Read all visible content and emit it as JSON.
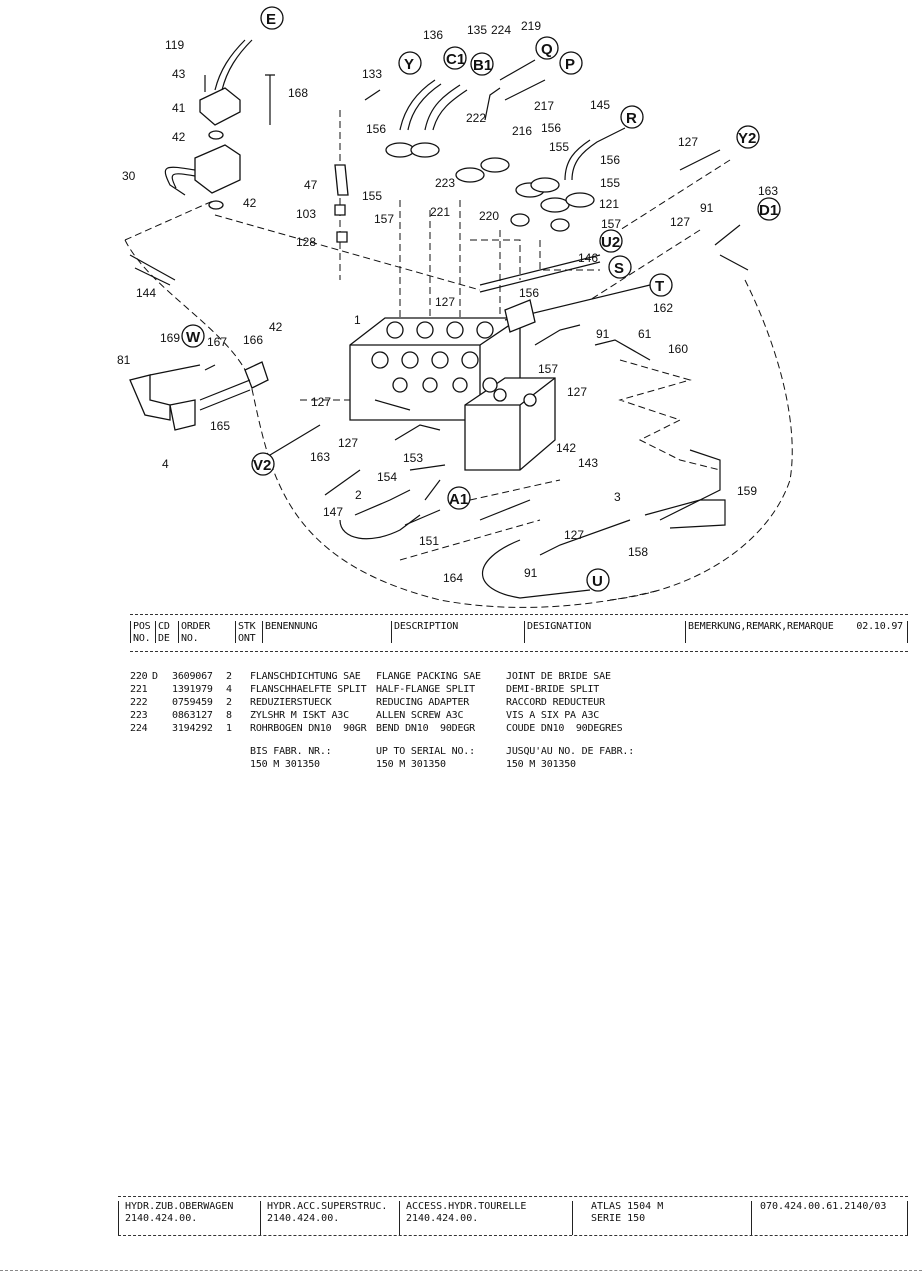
{
  "callouts": {
    "c119": "119",
    "c43": "43",
    "c41": "41",
    "c168": "168",
    "c42a": "42",
    "c30": "30",
    "c42b": "42",
    "c133": "133",
    "c136": "136",
    "c135": "135",
    "c224": "224",
    "c219": "219",
    "c217": "217",
    "c145": "145",
    "c222": "222",
    "c216": "216",
    "c156a": "156",
    "c156b": "156",
    "c155a": "155",
    "c156c": "156",
    "c155b": "155",
    "c127a": "127",
    "c163a": "163",
    "c47": "47",
    "c155c": "155",
    "c157a": "157",
    "c223": "223",
    "c221": "221",
    "c220": "220",
    "c121": "121",
    "c157b": "157",
    "c103": "103",
    "c128": "128",
    "c127b": "127",
    "c91a": "91",
    "c144": "144",
    "c146": "146",
    "c127c": "127",
    "c156d": "156",
    "c162": "162",
    "c42c": "42",
    "c1": "1",
    "c169": "169",
    "c167": "167",
    "c166": "166",
    "c91b": "91",
    "c61": "61",
    "c160": "160",
    "c81": "81",
    "c157c": "157",
    "c127d": "127",
    "c127e": "127",
    "c165": "165",
    "c4": "4",
    "c127f": "127",
    "c142": "142",
    "c163b": "163",
    "c153": "153",
    "c143": "143",
    "c154": "154",
    "c159": "159",
    "c2": "2",
    "c3": "3",
    "c147": "147",
    "c151": "151",
    "c127g": "127",
    "c158": "158",
    "c91c": "91",
    "c164": "164"
  },
  "ports": {
    "E": "E",
    "Y": "Y",
    "C1": "C1",
    "B1": "B1",
    "Q": "Q",
    "P": "P",
    "R": "R",
    "Y2": "Y2",
    "D1": "D1",
    "U2": "U2",
    "S": "S",
    "T": "T",
    "W": "W",
    "V2": "V2",
    "A1": "A1",
    "U": "U"
  },
  "table": {
    "headers": {
      "pos": "POS\nNO.",
      "cd": "CD\nDE",
      "order": "ORDER\nNO.",
      "stk": "STK\nONT",
      "benennung": "BENENNUNG",
      "description": "DESCRIPTION",
      "designation": "DESIGNATION",
      "remark": "BEMERKUNG,REMARK,REMARQUE",
      "date": "02.10.97"
    },
    "rows": [
      {
        "pos": "220",
        "cd": "D",
        "order": "3609067",
        "qty": "2",
        "ben": "FLANSCHDICHTUNG SAE",
        "des": "FLANGE PACKING SAE",
        "dsg": "JOINT DE BRIDE SAE"
      },
      {
        "pos": "221",
        "cd": "",
        "order": "1391979",
        "qty": "4",
        "ben": "FLANSCHHAELFTE SPLIT",
        "des": "HALF-FLANGE SPLIT",
        "dsg": "DEMI-BRIDE SPLIT"
      },
      {
        "pos": "222",
        "cd": "",
        "order": "0759459",
        "qty": "2",
        "ben": "REDUZIERSTUECK",
        "des": "REDUCING ADAPTER",
        "dsg": "RACCORD REDUCTEUR"
      },
      {
        "pos": "223",
        "cd": "",
        "order": "0863127",
        "qty": "8",
        "ben": "ZYLSHR M ISKT A3C",
        "des": "ALLEN SCREW A3C",
        "dsg": "VIS A SIX PA A3C"
      },
      {
        "pos": "224",
        "cd": "",
        "order": "3194292",
        "qty": "1",
        "ben": "ROHRBOGEN DN10  90GR",
        "des": "BEND DN10  90DEGR",
        "dsg": "COUDE DN10  90DEGRES"
      }
    ],
    "serial": {
      "ben_label": "BIS FABR. NR.:",
      "des_label": "UP TO SERIAL NO.:",
      "dsg_label": "JUSQU'AU NO. DE FABR.:",
      "ben_value": "150 M 301350",
      "des_value": "150 M 301350",
      "dsg_value": "150 M 301350"
    }
  },
  "footer": {
    "c1": "HYDR.ZUB.OBERWAGEN\n2140.424.00.",
    "c2": "HYDR.ACC.SUPERSTRUC.\n2140.424.00.",
    "c3": "ACCESS.HYDR.TOURELLE\n2140.424.00.",
    "c4": "ATLAS 1504 M\nSERIE 150",
    "c5": "070.424.00.61.2140/03"
  }
}
